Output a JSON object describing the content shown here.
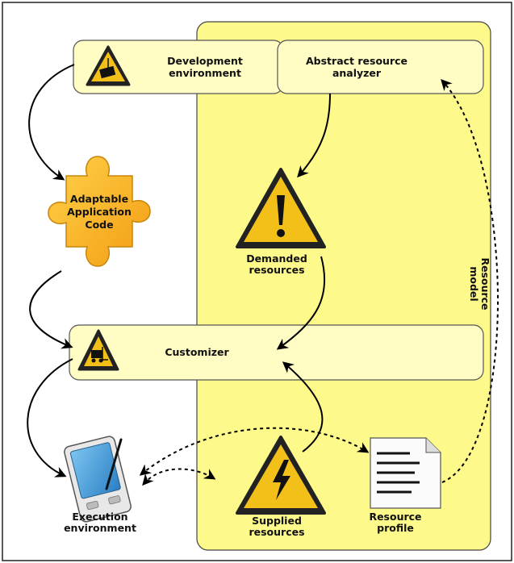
{
  "nodes": {
    "development_environment": {
      "label_line1": "Development",
      "label_line2": "environment"
    },
    "abstract_resource_analyzer": {
      "label_line1": "Abstract resource",
      "label_line2": "analyzer"
    },
    "adaptable_application_code": {
      "label_line1": "Adaptable",
      "label_line2": "Application",
      "label_line3": "Code"
    },
    "demanded_resources": {
      "label_line1": "Demanded",
      "label_line2": "resources"
    },
    "resource_model": {
      "label_line1": "Resource",
      "label_line2": "model"
    },
    "customizer": {
      "label": "Customizer"
    },
    "execution_environment": {
      "label_line1": "Execution",
      "label_line2": "environment"
    },
    "supplied_resources": {
      "label_line1": "Supplied",
      "label_line2": "resources"
    },
    "resource_profile": {
      "label_line1": "Resource",
      "label_line2": "profile"
    }
  },
  "icons": {
    "crane": "crane-warning-icon",
    "puzzle": "puzzle-piece-icon",
    "exclamation": "exclamation-warning-icon",
    "forklift": "forklift-warning-icon",
    "pda": "pda-device-icon",
    "lightning": "high-voltage-warning-icon",
    "document": "document-icon"
  },
  "colors": {
    "region_fill": "#fef98b",
    "box_fill": "#fffcc4",
    "warning_yellow": "#f3c01a",
    "puzzle_orange": "#f6b518",
    "pda_screen": "#4aa3df",
    "outline": "#333333"
  }
}
